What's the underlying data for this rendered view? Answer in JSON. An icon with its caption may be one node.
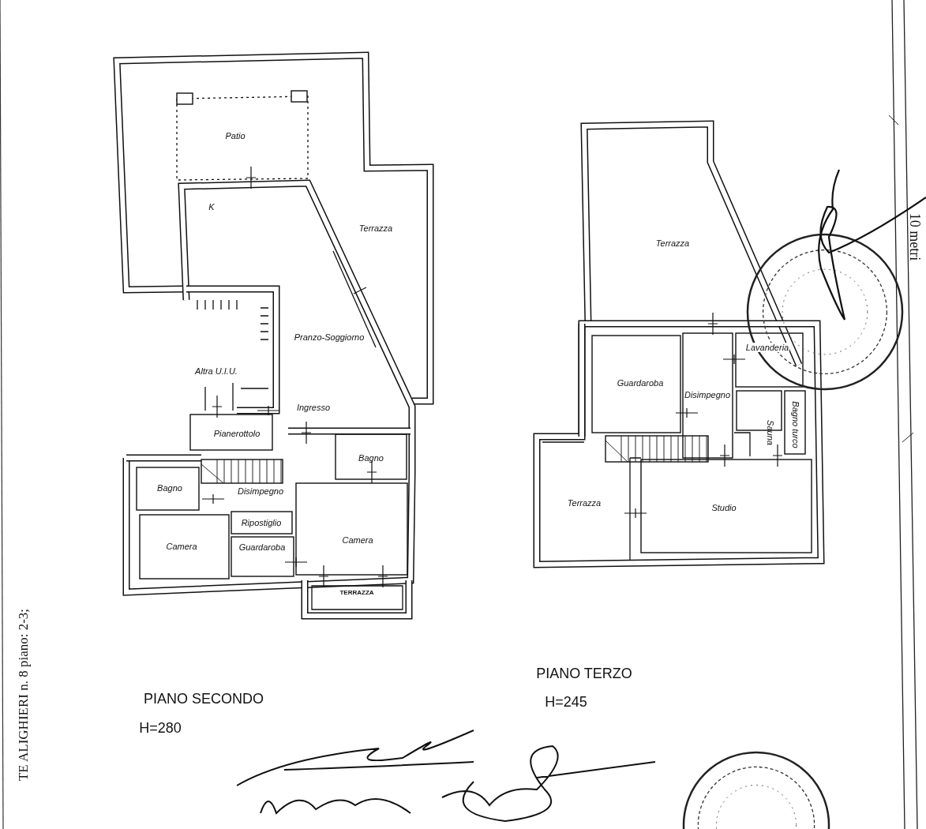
{
  "diagram": {
    "labels": [
      "Patio",
      "K",
      "Terrazza",
      "Terrazza",
      "Pranzo-Soggiorno",
      "Altra U.I.U.",
      "Guardaroba",
      "Disimpegno",
      "Lavanderia",
      "Ingresso",
      "Pianerottolo",
      "Sauna",
      "Bagno turco",
      "Bagno",
      "Bagno",
      "Disimpegno",
      "Terrazza",
      "Studio",
      "Ripostiglio",
      "Camera",
      "Camera",
      "Guardaroba",
      "TERRAZZA",
      "PIANO TERZO",
      "PIANO SECONDO",
      "H=245",
      "H=280",
      "10 metri",
      "TE ALIGHIERI n. 8 piano: 2-3;"
    ]
  }
}
